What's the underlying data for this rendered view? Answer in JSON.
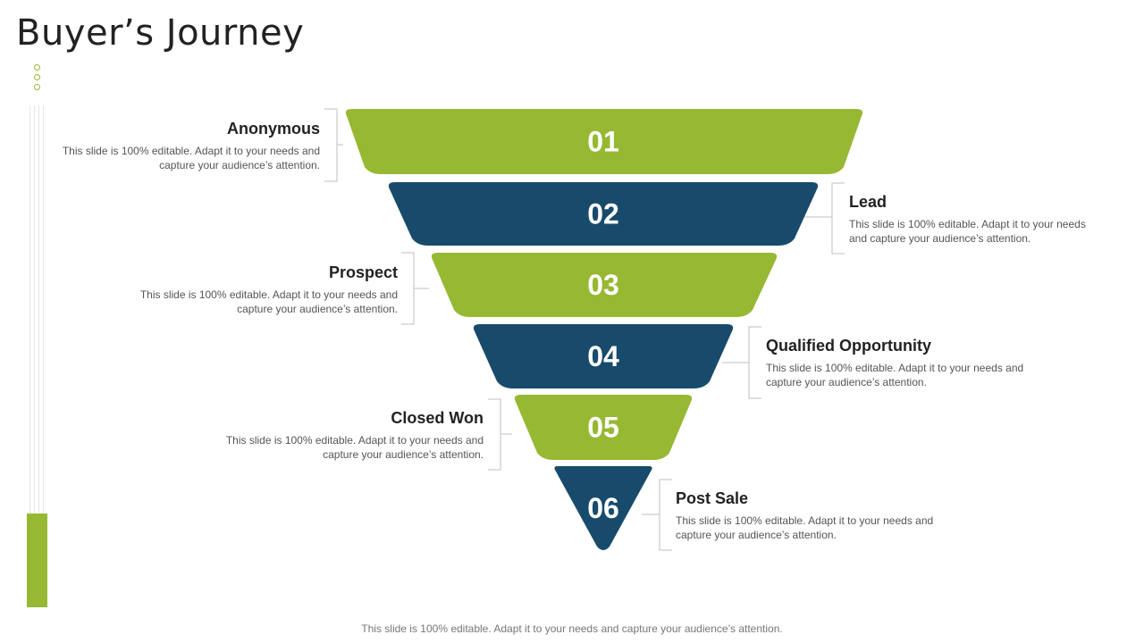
{
  "title": "Buyer’s Journey",
  "colors": {
    "green": "#97b832",
    "navy": "#184b6b"
  },
  "stages": [
    {
      "number": "01",
      "title": "Anonymous",
      "description": "This slide is 100% editable. Adapt it to your needs and capture your audience’s attention.",
      "color": "green"
    },
    {
      "number": "02",
      "title": "Lead",
      "description": "This slide is 100% editable. Adapt it to your needs and capture your audience’s attention.",
      "color": "navy"
    },
    {
      "number": "03",
      "title": "Prospect",
      "description": "This slide is 100% editable. Adapt it to your needs and capture your audience’s attention.",
      "color": "green"
    },
    {
      "number": "04",
      "title": "Qualified Opportunity",
      "description": "This slide is 100% editable. Adapt it to your needs and capture your audience’s attention.",
      "color": "navy"
    },
    {
      "number": "05",
      "title": "Closed Won",
      "description": "This slide is 100% editable. Adapt it to your needs and capture your audience’s attention.",
      "color": "green"
    },
    {
      "number": "06",
      "title": "Post Sale",
      "description": "This slide is 100% editable. Adapt it to your needs and capture your audience’s attention.",
      "color": "navy"
    }
  ],
  "footer": "This slide is 100% editable. Adapt it to your needs and capture your audience’s attention."
}
